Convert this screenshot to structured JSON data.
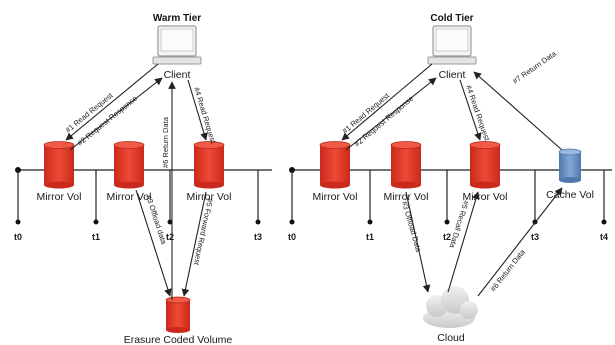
{
  "colors": {
    "red": "#e23b2a",
    "red_dark": "#b8261a",
    "blue": "#6b93c6",
    "cloud": "#d9d9d9",
    "monitor": "#f3f3f3"
  },
  "left": {
    "title": "Warm Tier",
    "client": "Client",
    "volumes": [
      "Mirror Vol",
      "Mirror Vol",
      "Mirror Vol"
    ],
    "bottom": "Erasure Coded Volume",
    "ticks": [
      "t0",
      "t1",
      "t2",
      "t3"
    ],
    "arrows": [
      "#1 Read Request",
      "#2 Request Response",
      "#6 Return Data",
      "#4 Read Request",
      "#3 Offload data",
      "#5 Forward Request"
    ]
  },
  "right": {
    "title": "Cold Tier",
    "client": "Client",
    "volumes": [
      "Mirror Vol",
      "Mirror Vol",
      "Mirror Vol",
      "Cache Vol"
    ],
    "bottom": "Cloud",
    "ticks": [
      "t0",
      "t1",
      "t2",
      "t3",
      "t4"
    ],
    "arrows": [
      "#1 Read Request",
      "#2 Request Response",
      "#4 Read Request",
      "#7 Return Data",
      "#3 Offload Data",
      "#5 Recall Data",
      "#6 Return Data"
    ]
  }
}
